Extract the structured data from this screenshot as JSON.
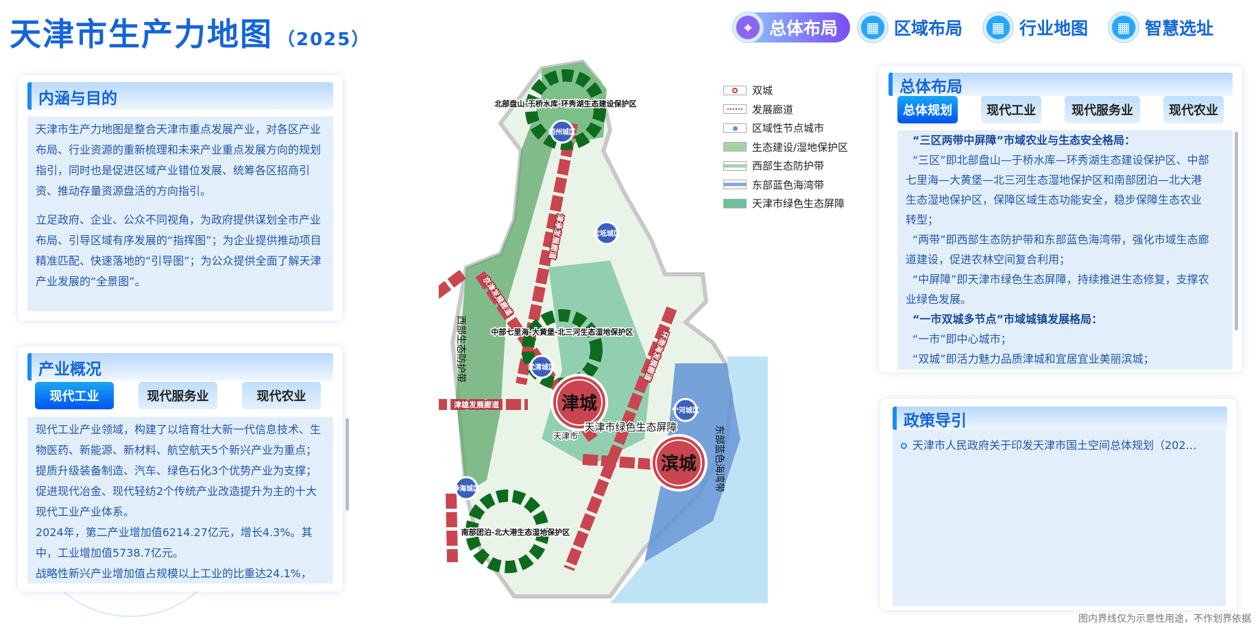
{
  "header": {
    "title": "天津市生产力地图",
    "year": "（2025）",
    "nav": [
      {
        "label": "总体布局",
        "active": true
      },
      {
        "label": "区域布局"
      },
      {
        "label": "行业地图"
      },
      {
        "label": "智慧选址"
      }
    ]
  },
  "left": {
    "intro": {
      "title": "内涵与目的",
      "paragraphs": [
        "天津市生产力地图是整合天津市重点发展产业，对各区产业布局、行业资源的重新梳理和未来产业重点发展方向的规划指引，同时也是促进区域产业错位发展、统筹各区招商引资、推动存量资源盘活的方向指引。",
        "立足政府、企业、公众不同视角，为政府提供谋划全市产业布局、引导区域有序发展的“指挥图”；为企业提供推动项目精准匹配、快速落地的“引导图”；为公众提供全面了解天津产业发展的“全景图”。"
      ]
    },
    "overview": {
      "title": "产业概况",
      "tabs": [
        "现代工业",
        "现代服务业",
        "现代农业"
      ],
      "paragraphs": [
        "现代工业产业领域，构建了以培育壮大新一代信息技术、生物医药、新能源、新材料、航空航天5个新兴产业为重点；提质升级装备制造、汽车、绿色石化3个优势产业为支撑；促进现代冶金、现代轻纺2个传统产业改造提升为主的十大现代工业产业体系。",
        "2024年，第二产业增加值6214.27亿元，增长4.3%。其中，工业增加值5738.7亿元。",
        "战略性新兴产业增加值占规模以上工业的比重达24.1%，"
      ]
    }
  },
  "map": {
    "legend": [
      "双城",
      "发展廊道",
      "区域性节点城市",
      "生态建设/湿地保护区",
      "西部生态防护带",
      "东部蓝色海湾带",
      "天津市绿色生态屏障"
    ],
    "cities": [
      "津城",
      "滨城"
    ],
    "nodes": [
      "蓟州城区",
      "宝坻城区",
      "武清城区",
      "宁河城区",
      "静海城区"
    ],
    "zones": [
      "北部盘山-于桥水库-环秀湖生态建设保护区",
      "中部七里海-大黄堡-北三河生态湿地保护区",
      "南部团泊-北大港生态湿地保护区"
    ],
    "corridors": [
      "京津发展廊道",
      "津承发展廊道",
      "津雄发展廊道",
      "环渤海发展廊道"
    ],
    "belts": [
      "西部生态防护带",
      "天津市绿色生态屏障",
      "东部蓝色海湾带"
    ],
    "place": "天津市",
    "colors": {
      "corridor": "#c9454f",
      "zone": "#0d6b1e",
      "sea": "#bfe3f6",
      "bay": "#5f93d6",
      "green": "#8cc79a"
    }
  },
  "right": {
    "layout": {
      "title": "总体布局",
      "tabs": [
        "总体规划",
        "现代工业",
        "现代服务业",
        "现代农业"
      ],
      "lines": [
        {
          "t": "“三区两带中屏障”市域农业与生态安全格局：",
          "b": true
        },
        {
          "t": "“三区”即北部盘山—于桥水库—环秀湖生态建设保护区、中部七里海—大黄堡—北三河生态湿地保护区和南部团泊—北大港生态湿地保护区，保障区域生态功能安全，稳步保障生态农业转型；"
        },
        {
          "t": "“两带”即西部生态防护带和东部蓝色海湾带，强化市域生态廊道建设，促进农林空间复合利用；"
        },
        {
          "t": "“中屏障”即天津市绿色生态屏障，持续推进生态修复，支撑农业绿色发展。"
        },
        {
          "t": "“一市双城多节点”市域城镇发展格局：",
          "b": true
        },
        {
          "t": "“一市”即中心城市；"
        },
        {
          "t": "“双城”即活力魅力品质津城和宜居宜业美丽滨城；"
        }
      ]
    },
    "policy": {
      "title": "政策导引",
      "items": [
        "天津市人民政府关于印发天津市国土空间总体规划（202…"
      ]
    }
  },
  "footer": "图内界线仅为示意性用途，不作划界依据"
}
